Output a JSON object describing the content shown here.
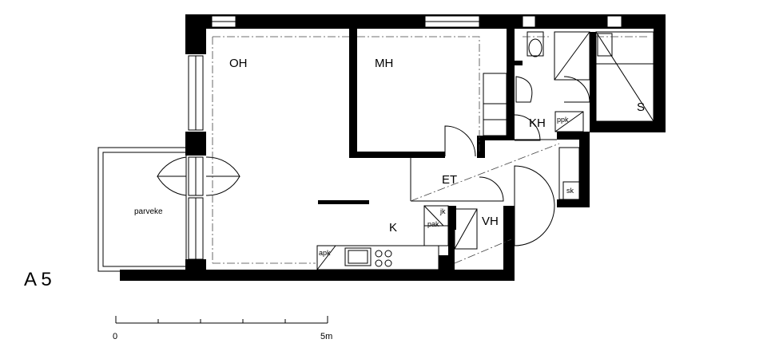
{
  "plan": {
    "apartment_code": "A 5",
    "rooms": {
      "oh": "OH",
      "mh": "MH",
      "kh": "KH",
      "s": "S",
      "et": "ET",
      "k": "K",
      "vh": "VH",
      "parveke": "parveke"
    },
    "fixtures": {
      "ppk": "ppk",
      "sk": "sk",
      "jk": "jk",
      "pak": "pak",
      "apk": "apk"
    },
    "scale": {
      "start_label": "0",
      "end_label": "5m"
    }
  }
}
